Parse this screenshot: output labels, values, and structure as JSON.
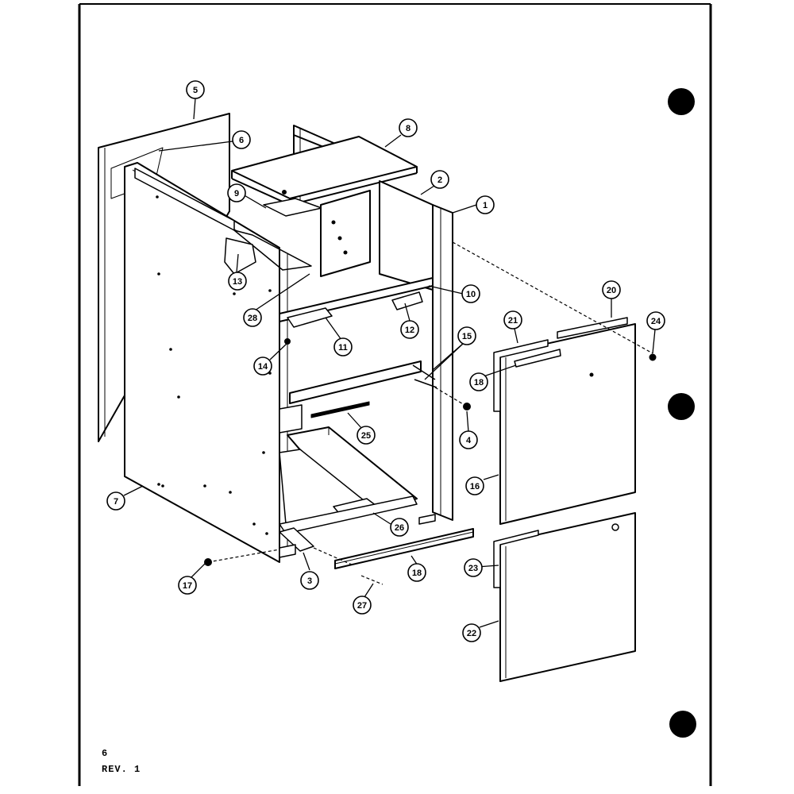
{
  "sheet": {
    "page_number": "6",
    "revision": "REV. 1"
  },
  "callouts": [
    {
      "id": "c1",
      "label": "1"
    },
    {
      "id": "c2",
      "label": "2"
    },
    {
      "id": "c3",
      "label": "3"
    },
    {
      "id": "c4",
      "label": "4"
    },
    {
      "id": "c5",
      "label": "5"
    },
    {
      "id": "c6",
      "label": "6"
    },
    {
      "id": "c7",
      "label": "7"
    },
    {
      "id": "c8",
      "label": "8"
    },
    {
      "id": "c9",
      "label": "9"
    },
    {
      "id": "c10",
      "label": "10"
    },
    {
      "id": "c11",
      "label": "11"
    },
    {
      "id": "c12",
      "label": "12"
    },
    {
      "id": "c13",
      "label": "13"
    },
    {
      "id": "c14",
      "label": "14"
    },
    {
      "id": "c15",
      "label": "15"
    },
    {
      "id": "c16",
      "label": "16"
    },
    {
      "id": "c17",
      "label": "17"
    },
    {
      "id": "c18a",
      "label": "18"
    },
    {
      "id": "c18b",
      "label": "18"
    },
    {
      "id": "c20",
      "label": "20"
    },
    {
      "id": "c21",
      "label": "21"
    },
    {
      "id": "c22",
      "label": "22"
    },
    {
      "id": "c23",
      "label": "23"
    },
    {
      "id": "c24",
      "label": "24"
    },
    {
      "id": "c25",
      "label": "25"
    },
    {
      "id": "c26",
      "label": "26"
    },
    {
      "id": "c27",
      "label": "27"
    },
    {
      "id": "c28",
      "label": "28"
    }
  ]
}
